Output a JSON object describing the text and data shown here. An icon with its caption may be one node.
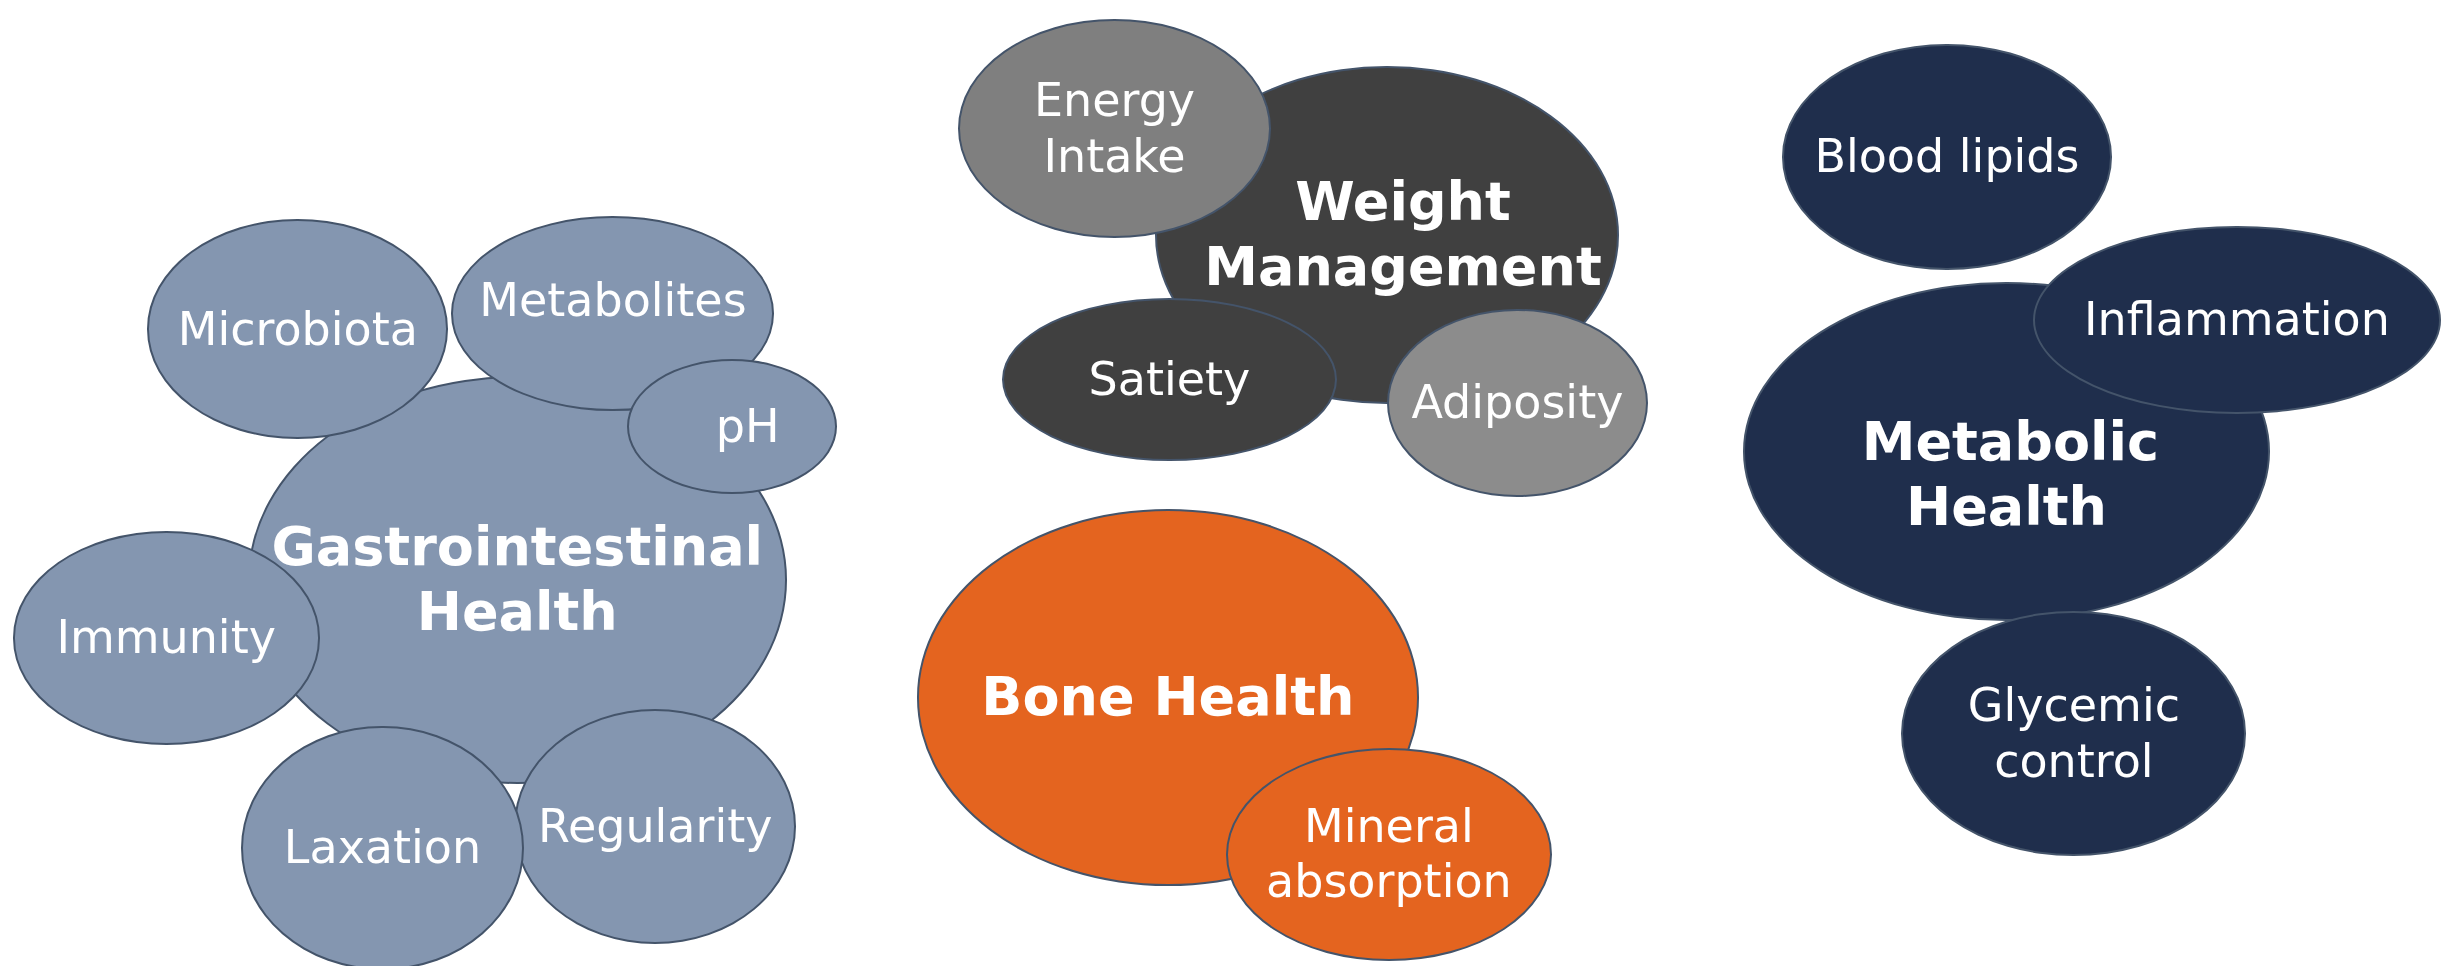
{
  "diagram": {
    "nodes": [
      {
        "text": [
          "Energy Intake"
        ]
      },
      {
        "text": [
          "Weight Management"
        ]
      },
      {
        "text": [
          "Blood lipids"
        ]
      },
      {
        "text": [
          "Satiety"
        ]
      },
      {
        "text": [
          "Adiposity"
        ]
      },
      {
        "text": [
          "Inflammation"
        ]
      },
      {
        "text": [
          "Microbiota"
        ]
      },
      {
        "text": [
          "Metabolites"
        ]
      },
      {
        "text": [
          "pH"
        ]
      },
      {
        "text": [
          "Metabolic Health"
        ]
      },
      {
        "text": [
          "Gastrointestinal Health"
        ]
      },
      {
        "text": [
          "Immunity"
        ]
      },
      {
        "text": [
          "Bone Health"
        ]
      },
      {
        "text": [
          "Glycemic control"
        ]
      },
      {
        "text": [
          "Regularity"
        ]
      },
      {
        "text": [
          "Laxation"
        ]
      },
      {
        "text": [
          "Mineral absorption"
        ]
      }
    ]
  }
}
